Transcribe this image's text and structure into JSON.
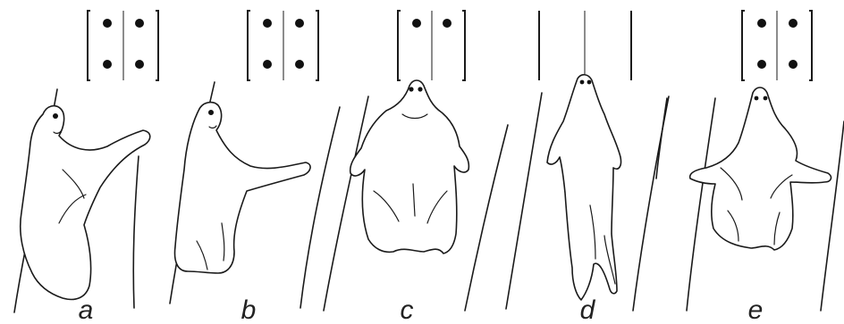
{
  "panels": [
    {
      "id": "a",
      "label": "a",
      "dots": 4
    },
    {
      "id": "b",
      "label": "b",
      "dots": 4
    },
    {
      "id": "c",
      "label": "c",
      "dots": 2
    },
    {
      "id": "d",
      "label": "d",
      "dots": 0
    },
    {
      "id": "e",
      "label": "e",
      "dots": 4
    }
  ]
}
